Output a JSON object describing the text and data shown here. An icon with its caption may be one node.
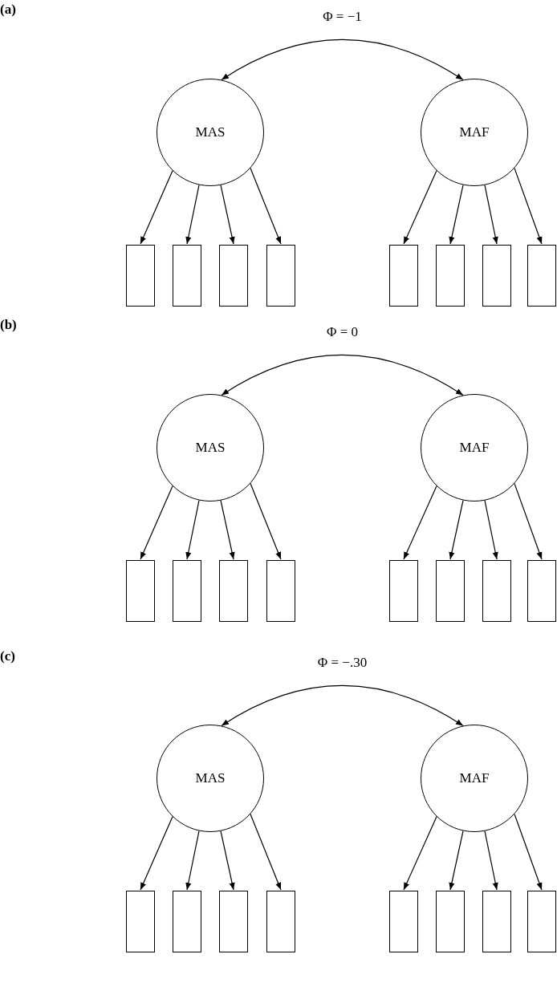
{
  "diagram": {
    "nodes": [
      {
        "text": [
          "MAS"
        ]
      },
      {
        "text": [
          "MAF"
        ]
      },
      {
        "text": [],
        "shape": "box"
      },
      {
        "text": [],
        "shape": "box"
      },
      {
        "text": [],
        "shape": "box"
      },
      {
        "text": [],
        "shape": "box"
      },
      {
        "text": [],
        "shape": "box"
      },
      {
        "text": [],
        "shape": "box"
      },
      {
        "text": [],
        "shape": "box"
      },
      {
        "text": [],
        "shape": "box"
      },
      {
        "text": [
          "MAS"
        ]
      },
      {
        "text": [
          "MAF"
        ]
      },
      {
        "text": [],
        "shape": "box"
      },
      {
        "text": [],
        "shape": "box"
      },
      {
        "text": [],
        "shape": "box"
      },
      {
        "text": [],
        "shape": "box"
      },
      {
        "text": [],
        "shape": "box"
      },
      {
        "text": [],
        "shape": "box"
      },
      {
        "text": [],
        "shape": "box"
      },
      {
        "text": [],
        "shape": "box"
      },
      {
        "text": [
          "MAS"
        ]
      },
      {
        "text": [
          "MAF"
        ]
      },
      {
        "text": [],
        "shape": "box"
      },
      {
        "text": [],
        "shape": "box"
      },
      {
        "text": [],
        "shape": "box"
      },
      {
        "text": [],
        "shape": "box"
      },
      {
        "text": [],
        "shape": "box"
      },
      {
        "text": [],
        "shape": "box"
      },
      {
        "text": [],
        "shape": "box"
      },
      {
        "text": [],
        "shape": "box"
      }
    ],
    "edges": [
      {
        "from": 0,
        "to": 1,
        "arrow": "both",
        "label": "Φ = −1"
      },
      {
        "from": 0,
        "to": 2,
        "arrow": "to"
      },
      {
        "from": 0,
        "to": 3,
        "arrow": "to"
      },
      {
        "from": 0,
        "to": 4,
        "arrow": "to"
      },
      {
        "from": 0,
        "to": 5,
        "arrow": "to"
      },
      {
        "from": 1,
        "to": 6,
        "arrow": "to"
      },
      {
        "from": 1,
        "to": 7,
        "arrow": "to"
      },
      {
        "from": 1,
        "to": 8,
        "arrow": "to"
      },
      {
        "from": 1,
        "to": 9,
        "arrow": "to"
      },
      {
        "from": 10,
        "to": 11,
        "arrow": "both",
        "label": "Φ = 0"
      },
      {
        "from": 10,
        "to": 12,
        "arrow": "to"
      },
      {
        "from": 10,
        "to": 13,
        "arrow": "to"
      },
      {
        "from": 10,
        "to": 14,
        "arrow": "to"
      },
      {
        "from": 10,
        "to": 15,
        "arrow": "to"
      },
      {
        "from": 11,
        "to": 16,
        "arrow": "to"
      },
      {
        "from": 11,
        "to": 17,
        "arrow": "to"
      },
      {
        "from": 11,
        "to": 18,
        "arrow": "to"
      },
      {
        "from": 11,
        "to": 19,
        "arrow": "to"
      },
      {
        "from": 20,
        "to": 21,
        "arrow": "both",
        "label": "Φ = −.30"
      },
      {
        "from": 20,
        "to": 22,
        "arrow": "to"
      },
      {
        "from": 20,
        "to": 23,
        "arrow": "to"
      },
      {
        "from": 20,
        "to": 24,
        "arrow": "to"
      },
      {
        "from": 20,
        "to": 25,
        "arrow": "to"
      },
      {
        "from": 21,
        "to": 26,
        "arrow": "to"
      },
      {
        "from": 21,
        "to": 27,
        "arrow": "to"
      },
      {
        "from": 21,
        "to": 28,
        "arrow": "to"
      },
      {
        "from": 21,
        "to": 29,
        "arrow": "to"
      }
    ],
    "labels": [
      "(a)",
      "(b)",
      "(c)"
    ]
  }
}
